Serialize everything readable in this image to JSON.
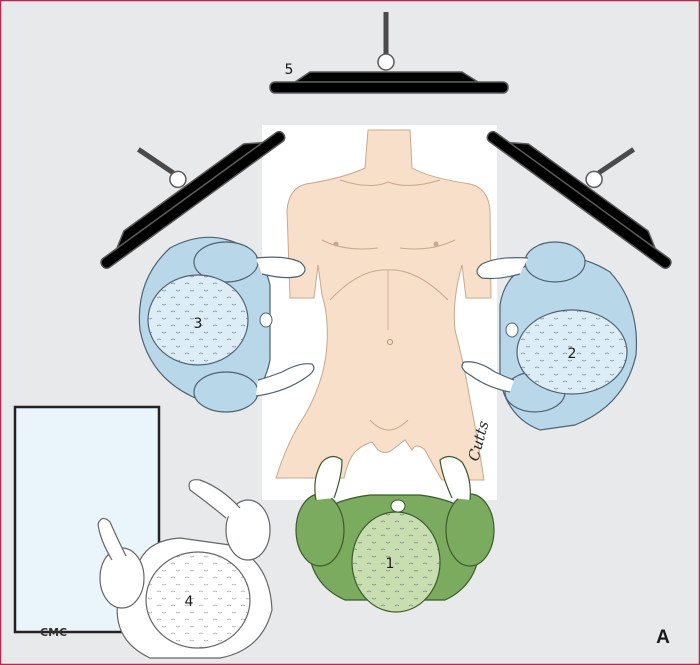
{
  "figure": {
    "panel_label": "A",
    "labels": {
      "surgeon_1": "1",
      "assistant_2": "2",
      "assistant_3": "3",
      "nurse_4": "4",
      "lights_5": "5"
    },
    "signature": "Cutts",
    "monogram": "CMC"
  },
  "colors": {
    "background": "#e8e9ea",
    "frame": "#b3294f",
    "table": "#ffffff",
    "skin": "#f7dfc9",
    "surgeon": "#7aab5e",
    "surgeon_head": "#c8deb1",
    "assistant": "#b8d8ea",
    "assistant_head": "#dcedf7",
    "nurse": "#ffffff",
    "instrument_table": "#e9f4fb",
    "light": "#ffffff"
  }
}
